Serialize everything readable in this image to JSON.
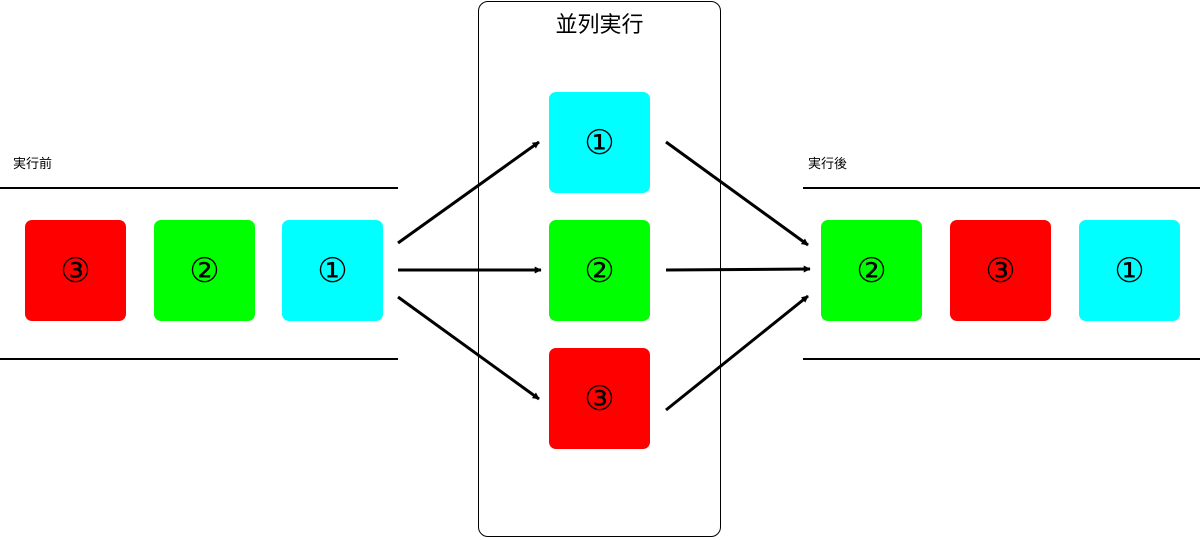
{
  "before": {
    "label": "実行前"
  },
  "after": {
    "label": "実行後"
  },
  "panel": {
    "title": "並列実行"
  },
  "colors": {
    "task1": "#00ffff",
    "task2": "#00ff00",
    "task3": "#ff0000"
  },
  "before_tasks": [
    {
      "num": "③",
      "color_key": "task3"
    },
    {
      "num": "②",
      "color_key": "task2"
    },
    {
      "num": "①",
      "color_key": "task1"
    }
  ],
  "parallel_tasks": [
    {
      "num": "①",
      "color_key": "task1"
    },
    {
      "num": "②",
      "color_key": "task2"
    },
    {
      "num": "③",
      "color_key": "task3"
    }
  ],
  "after_tasks": [
    {
      "num": "②",
      "color_key": "task2"
    },
    {
      "num": "③",
      "color_key": "task3"
    },
    {
      "num": "①",
      "color_key": "task1"
    }
  ]
}
